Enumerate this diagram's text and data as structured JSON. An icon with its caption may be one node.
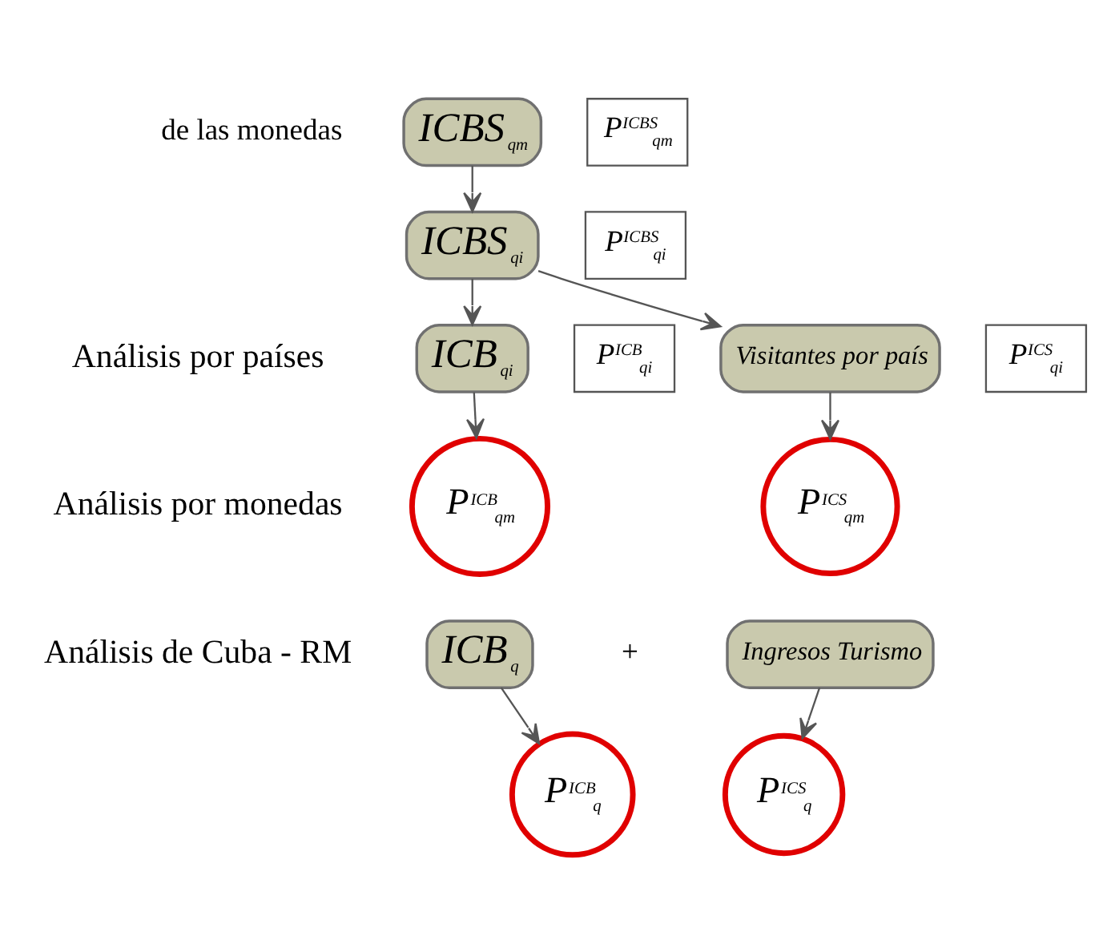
{
  "diagram": {
    "nodes": [
      {
        "text": [
          "ICBS$_{qm}$"
        ]
      },
      {
        "text": [
          "P$^{ICBS}$$_{qm}$"
        ]
      },
      {
        "text": [
          "ICBS$_{qi}$"
        ]
      },
      {
        "text": [
          "P$^{ICBS}$$_{qi}$"
        ]
      },
      {
        "text": [
          "ICB$_{qi}$"
        ]
      },
      {
        "text": [
          "P$^{ICB}$$_{qi}$"
        ]
      },
      {
        "text": [
          "Visitantes por país"
        ]
      },
      {
        "text": [
          "P$^{ICS}$$_{qi}$"
        ]
      },
      {
        "text": [
          "P$^{ICB}$$_{qm}$"
        ]
      },
      {
        "text": [
          "P$^{ICS}$$_{qm}$"
        ]
      },
      {
        "text": [
          "ICB$_{q}$"
        ]
      },
      {
        "text": [
          "Ingresos Turismo"
        ]
      },
      {
        "text": [
          "P$^{ICB}$$_{q}$"
        ]
      },
      {
        "text": [
          "P$^{ICS}$$_{q}$"
        ]
      }
    ],
    "edges": [
      {
        "from": 0,
        "to": 2,
        "arrow": "to"
      },
      {
        "from": 2,
        "to": 4,
        "arrow": "to"
      },
      {
        "from": 2,
        "to": 6,
        "arrow": "to"
      },
      {
        "from": 4,
        "to": 8,
        "arrow": "to"
      },
      {
        "from": 6,
        "to": 9,
        "arrow": "to"
      },
      {
        "from": 10,
        "to": 12,
        "arrow": "to"
      },
      {
        "from": 11,
        "to": 13,
        "arrow": "to"
      }
    ],
    "labels": [
      "de las monedas",
      "Análisis por países",
      "Análisis por monedas",
      "Análisis de Cuba - RM",
      "+"
    ]
  }
}
